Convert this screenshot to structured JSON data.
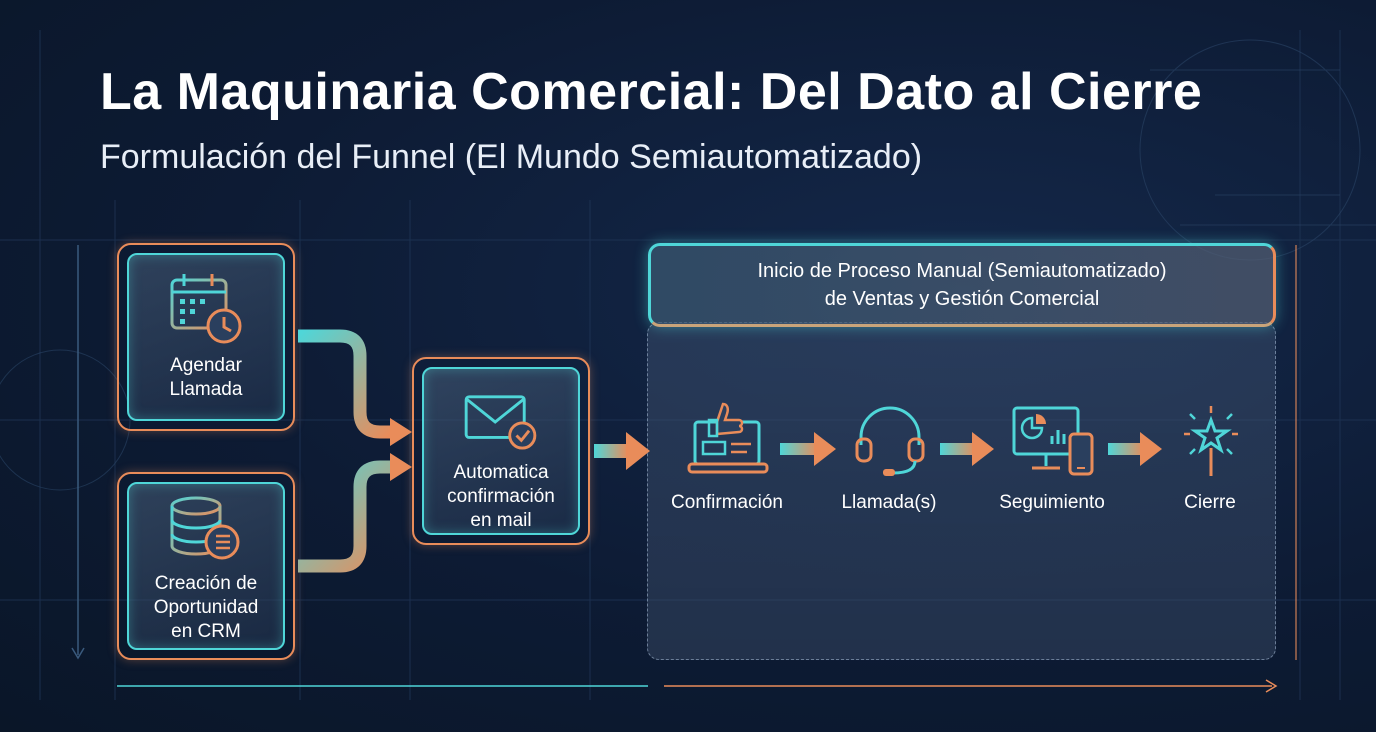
{
  "header": {
    "title": "La Maquinaria Comercial: Del Dato al Cierre",
    "subtitle": "Formulación del Funnel (El Mundo Semiautomatizado)"
  },
  "inputs": [
    {
      "label": "Agendar\nLlamada",
      "icon": "calendar-clock-icon"
    },
    {
      "label": "Creación de\nOportunidad\nen CRM",
      "icon": "database-list-icon"
    }
  ],
  "automation": {
    "label": "Automatica\nconfirmación\nen mail",
    "icon": "mail-check-icon"
  },
  "process": {
    "header": "Inicio de Proceso Manual (Semiautomatizado)\nde Ventas y Gestión Comercial",
    "steps": [
      {
        "label": "Confirmación",
        "icon": "laptop-thumbs-up-icon"
      },
      {
        "label": "Llamada(s)",
        "icon": "headset-icon"
      },
      {
        "label": "Seguimiento",
        "icon": "dashboard-devices-icon"
      },
      {
        "label": "Cierre",
        "icon": "magic-wand-star-icon"
      }
    ]
  },
  "colors": {
    "background": "#0d1b34",
    "teal": "#4fd6d8",
    "orange": "#e98c5a"
  }
}
